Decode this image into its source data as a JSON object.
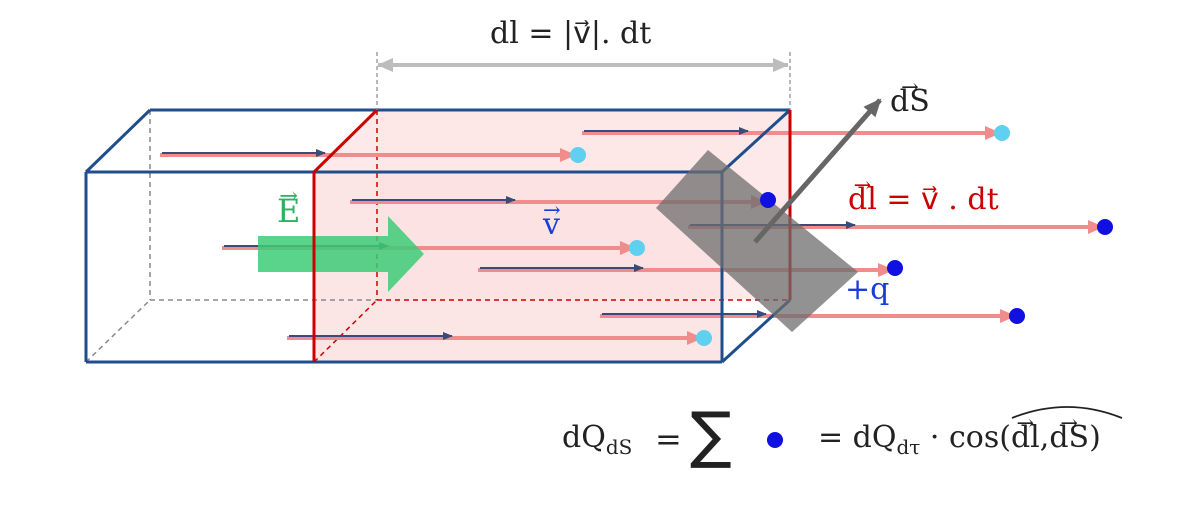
{
  "labels": {
    "dl_top": "dl = |v⃗|. dt",
    "dS": "dS",
    "E": "E",
    "v": "v",
    "dl_eq_lhs": "dl",
    "dl_eq_rhs": " = v⃗ . dt",
    "plus_q": "+q"
  },
  "formula": {
    "lhs_main": "dQ",
    "lhs_sub": "dS",
    "equals1": "=",
    "sum": "∑",
    "equals2": "= dQ",
    "rhs_sub": "dτ",
    "cos": "· cos(",
    "arg1": "dl",
    "arg2": "dS",
    "close": ")"
  },
  "colors": {
    "box_blue": "#1f4e8c",
    "box_red": "#cc0000",
    "fill_pink": "#fde7e7",
    "ray_pink": "#f08c8c",
    "arrow_dark": "#3a4a7a",
    "charge_light": "#5fd0f0",
    "charge_dark": "#1010e0",
    "surface_gray": "#7a7a7a",
    "E_green": "#3dcb77",
    "label_blue": "#1a3cd8",
    "label_red": "#cc0000",
    "text_dark": "#222222"
  }
}
